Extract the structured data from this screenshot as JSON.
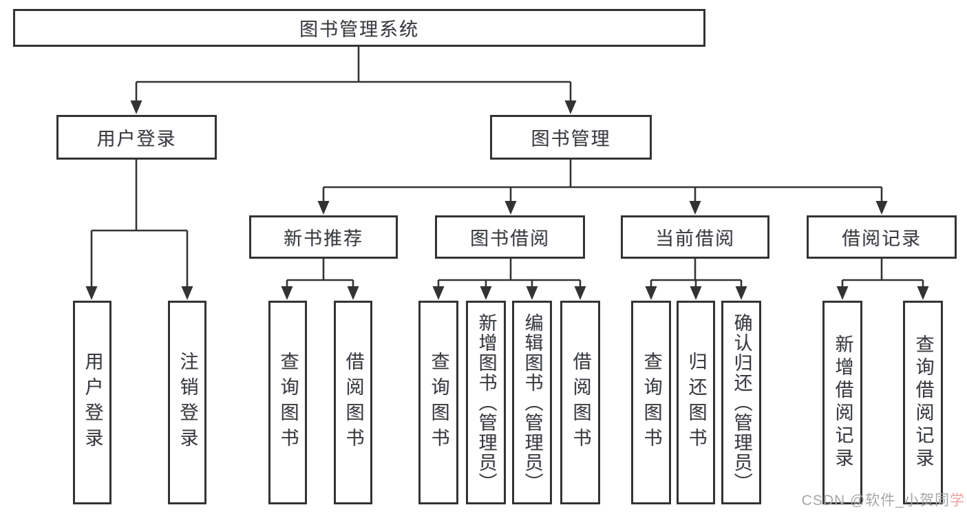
{
  "colors": {
    "line": "#333333",
    "text": "#3a3a3a",
    "watermark": "#a6a6a6",
    "watermark_accent": "#ec9fa3"
  },
  "tree": {
    "root": {
      "label": "图书管理系统"
    },
    "user_login": {
      "label": "用户登录",
      "children": [
        "用户登录",
        "注销登录"
      ]
    },
    "book_mgmt": {
      "label": "图书管理"
    },
    "new_book": {
      "label": "新书推荐",
      "children": [
        "查询图书",
        "借阅图书"
      ]
    },
    "book_borrow": {
      "label": "图书借阅",
      "children": [
        "查询图书",
        "新增图书（管理员）",
        "编辑图书（管理员）",
        "借阅图书"
      ]
    },
    "current_borrow": {
      "label": "当前借阅",
      "children": [
        "查询图书",
        "归还图书",
        "确认归还（管理员）"
      ]
    },
    "borrow_record": {
      "label": "借阅记录",
      "children": [
        "新增借阅记录",
        "查询借阅记录"
      ]
    }
  },
  "watermark": {
    "prefix": "CSDN @软件_小贺同",
    "accent": "学"
  }
}
